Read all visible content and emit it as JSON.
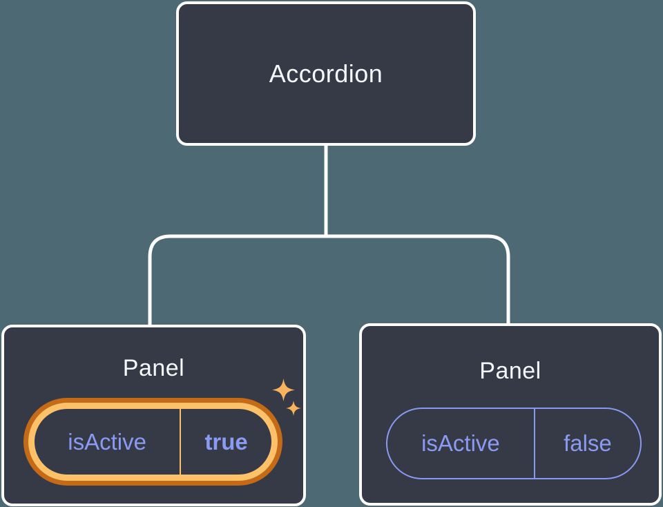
{
  "diagram": {
    "description": "component-tree-with-state",
    "root": {
      "label": "Accordion"
    },
    "panels": [
      {
        "label": "Panel",
        "state_key": "isActive",
        "state_value": "true",
        "highlighted": true
      },
      {
        "label": "Panel",
        "state_key": "isActive",
        "state_value": "false",
        "highlighted": false
      }
    ]
  },
  "icons": {
    "sparkle": "four-point-star"
  },
  "colors": {
    "background": "#4d6974",
    "card_fill": "#353a46",
    "card_border": "#fefefe",
    "connector_line": "#fefefe",
    "title_text": "#f5f7fa",
    "state_text": "#8b9af3",
    "inactive_pill_border": "#8a99f2",
    "active_ring_outer": "#c56a16",
    "active_ring_inner": "#fcc169",
    "sparkle": "#f9b35f"
  }
}
